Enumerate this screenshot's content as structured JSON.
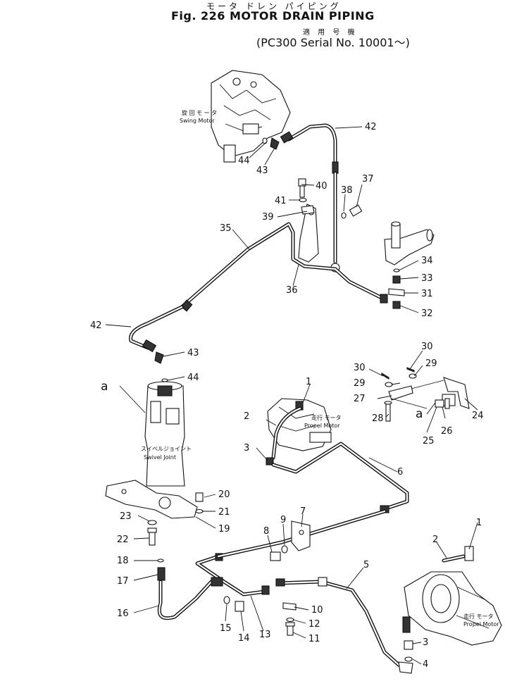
{
  "header": {
    "japanese_title": "モータ ドレン パイピング",
    "figure_title": "Fig. 226 MOTOR DRAIN PIPING",
    "japanese_applicability": "適 用 号 機",
    "serial_range": "(PC300 Serial No. 10001～)"
  },
  "components": {
    "swing_motor_jp": "旋 回 モ ー タ",
    "swing_motor": "Swing Motor",
    "propel_motor_top_jp": "走行 モータ",
    "propel_motor_top": "Propel Motor",
    "swivel_joint_jp": "スイベルジョイント",
    "swivel_joint": "Swivel Joint",
    "propel_motor_bottom_jp": "走行 モータ",
    "propel_motor_bottom": "Propel Motor"
  },
  "view_markers": {
    "a_left": "a",
    "a_right": "a"
  },
  "callouts": [
    {
      "id": "c42a",
      "label": "42"
    },
    {
      "id": "c44a",
      "label": "44"
    },
    {
      "id": "c43a",
      "label": "43"
    },
    {
      "id": "c37",
      "label": "37"
    },
    {
      "id": "c40",
      "label": "40"
    },
    {
      "id": "c38",
      "label": "38"
    },
    {
      "id": "c41",
      "label": "41"
    },
    {
      "id": "c39",
      "label": "39"
    },
    {
      "id": "c35",
      "label": "35"
    },
    {
      "id": "c34",
      "label": "34"
    },
    {
      "id": "c33",
      "label": "33"
    },
    {
      "id": "c36",
      "label": "36"
    },
    {
      "id": "c31",
      "label": "31"
    },
    {
      "id": "c32",
      "label": "32"
    },
    {
      "id": "c42b",
      "label": "42"
    },
    {
      "id": "c43b",
      "label": "43"
    },
    {
      "id": "c30a",
      "label": "30"
    },
    {
      "id": "c30b",
      "label": "30"
    },
    {
      "id": "c44b",
      "label": "44"
    },
    {
      "id": "c29a",
      "label": "29"
    },
    {
      "id": "c29b",
      "label": "29"
    },
    {
      "id": "c1a",
      "label": "1"
    },
    {
      "id": "c27",
      "label": "27"
    },
    {
      "id": "c2a",
      "label": "2"
    },
    {
      "id": "c28",
      "label": "28"
    },
    {
      "id": "c26",
      "label": "26"
    },
    {
      "id": "c24",
      "label": "24"
    },
    {
      "id": "c25",
      "label": "25"
    },
    {
      "id": "c3a",
      "label": "3"
    },
    {
      "id": "c6",
      "label": "6"
    },
    {
      "id": "c20",
      "label": "20"
    },
    {
      "id": "c21",
      "label": "21"
    },
    {
      "id": "c23",
      "label": "23"
    },
    {
      "id": "c19",
      "label": "19"
    },
    {
      "id": "c7",
      "label": "7"
    },
    {
      "id": "c22",
      "label": "22"
    },
    {
      "id": "c8",
      "label": "8"
    },
    {
      "id": "c9",
      "label": "9"
    },
    {
      "id": "c1b",
      "label": "1"
    },
    {
      "id": "c2b",
      "label": "2"
    },
    {
      "id": "c18",
      "label": "18"
    },
    {
      "id": "c17",
      "label": "17"
    },
    {
      "id": "c5",
      "label": "5"
    },
    {
      "id": "c10",
      "label": "10"
    },
    {
      "id": "c16",
      "label": "16"
    },
    {
      "id": "c12",
      "label": "12"
    },
    {
      "id": "c15",
      "label": "15"
    },
    {
      "id": "c14",
      "label": "14"
    },
    {
      "id": "c13",
      "label": "13"
    },
    {
      "id": "c11",
      "label": "11"
    },
    {
      "id": "c3b",
      "label": "3"
    },
    {
      "id": "c4",
      "label": "4"
    }
  ]
}
